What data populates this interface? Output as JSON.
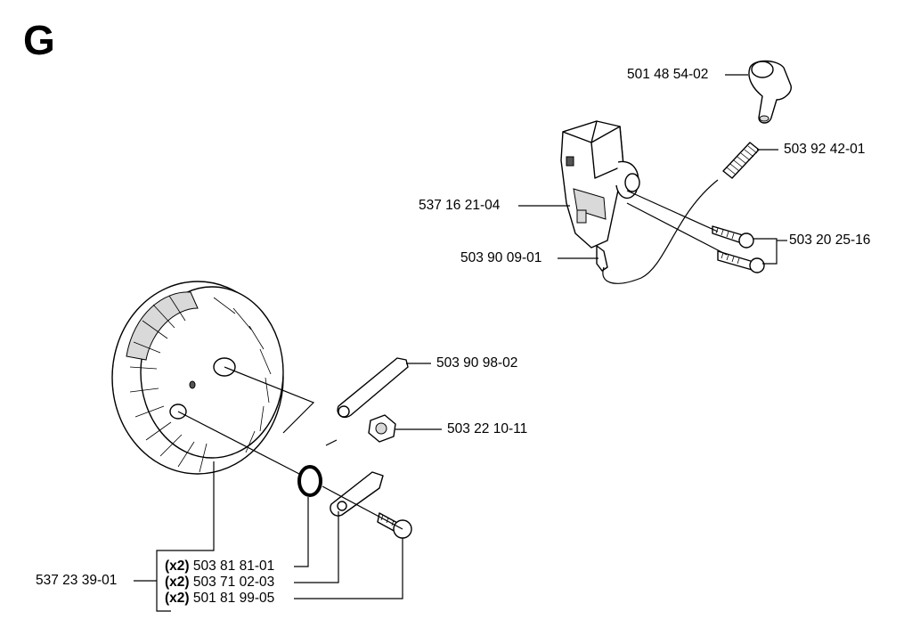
{
  "section": "G",
  "parts": [
    {
      "id": "p1",
      "number": "501 48 54-02",
      "qty": ""
    },
    {
      "id": "p2",
      "number": "503 92 42-01",
      "qty": ""
    },
    {
      "id": "p3",
      "number": "537 16 21-04",
      "qty": ""
    },
    {
      "id": "p4",
      "number": "503 20 25-16",
      "qty": ""
    },
    {
      "id": "p5",
      "number": "503 90 09-01",
      "qty": ""
    },
    {
      "id": "p6",
      "number": "503 90 98-02",
      "qty": ""
    },
    {
      "id": "p7",
      "number": "503 22 10-11",
      "qty": ""
    },
    {
      "id": "p8",
      "number": "537 23 39-01",
      "qty": ""
    },
    {
      "id": "p9",
      "number": "503 81 81-01",
      "qty": "(x2)"
    },
    {
      "id": "p10",
      "number": "503 71 02-03",
      "qty": "(x2)"
    },
    {
      "id": "p11",
      "number": "501 81 99-05",
      "qty": "(x2)"
    }
  ]
}
